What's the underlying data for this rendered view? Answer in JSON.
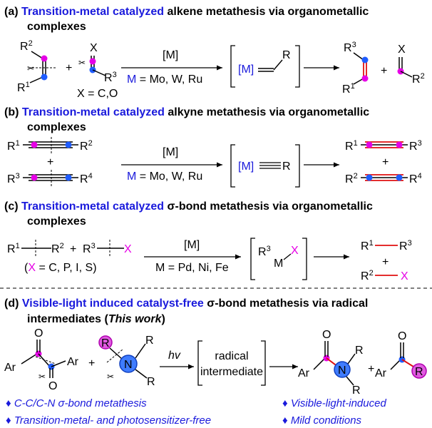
{
  "colors": {
    "blue": "#1a1adc",
    "magenta": "#e600e6",
    "red": "#e01010",
    "atom_blue": "#1f5cff"
  },
  "sections": {
    "a": {
      "label": "(a)",
      "highlight": "Transition-metal catalyzed",
      "rest": "alkene metathesis via organometallic",
      "line2": "complexes",
      "catalyst": "[M]",
      "metal_symbol": "M",
      "metals": "= Mo, W, Ru",
      "x_def": "X = C,O",
      "intermediate": "[M]",
      "sub_R1": "R",
      "sub_R2": "R",
      "sub_R3": "R",
      "sub_X": "X",
      "n1": "1",
      "n2": "2",
      "n3": "3"
    },
    "b": {
      "label": "(b)",
      "highlight": "Transition-metal catalyzed",
      "rest": "alkyne metathesis via organometallic",
      "line2": "complexes",
      "catalyst": "[M]",
      "metal_symbol": "M",
      "metals": "= Mo, W, Ru",
      "intermediate": "[M]",
      "plus": "+"
    },
    "c": {
      "label": "(c)",
      "highlight": "Transition-metal catalyzed",
      "sigma": "σ",
      "rest": "-bond metathesis via organometallic",
      "line2": "complexes",
      "catalyst": "[M]",
      "metals": "M = Pd, Ni, Fe",
      "x_def_open": "(",
      "x_def_x": "X",
      "x_def_rest": " = C, P, I, S)",
      "inter_M": "M",
      "plus": "+"
    },
    "d": {
      "label": "(d)",
      "highlight": "Visible-light induced catalyst-free",
      "sigma": "σ",
      "rest": "-bond metathesis via radical",
      "line2a": "intermediates (",
      "line2b": "This work",
      "line2c": ")",
      "condition": "hv",
      "inter_line1": "radical",
      "inter_line2": "intermediate",
      "Ar": "Ar",
      "O": "O",
      "N": "N",
      "R": "R",
      "plus": "+"
    }
  },
  "bullets": [
    "C-C/C-N σ-bond metathesis",
    "Visible-light-induced",
    "Transition-metal- and photosensitizer-free",
    "Mild conditions"
  ]
}
